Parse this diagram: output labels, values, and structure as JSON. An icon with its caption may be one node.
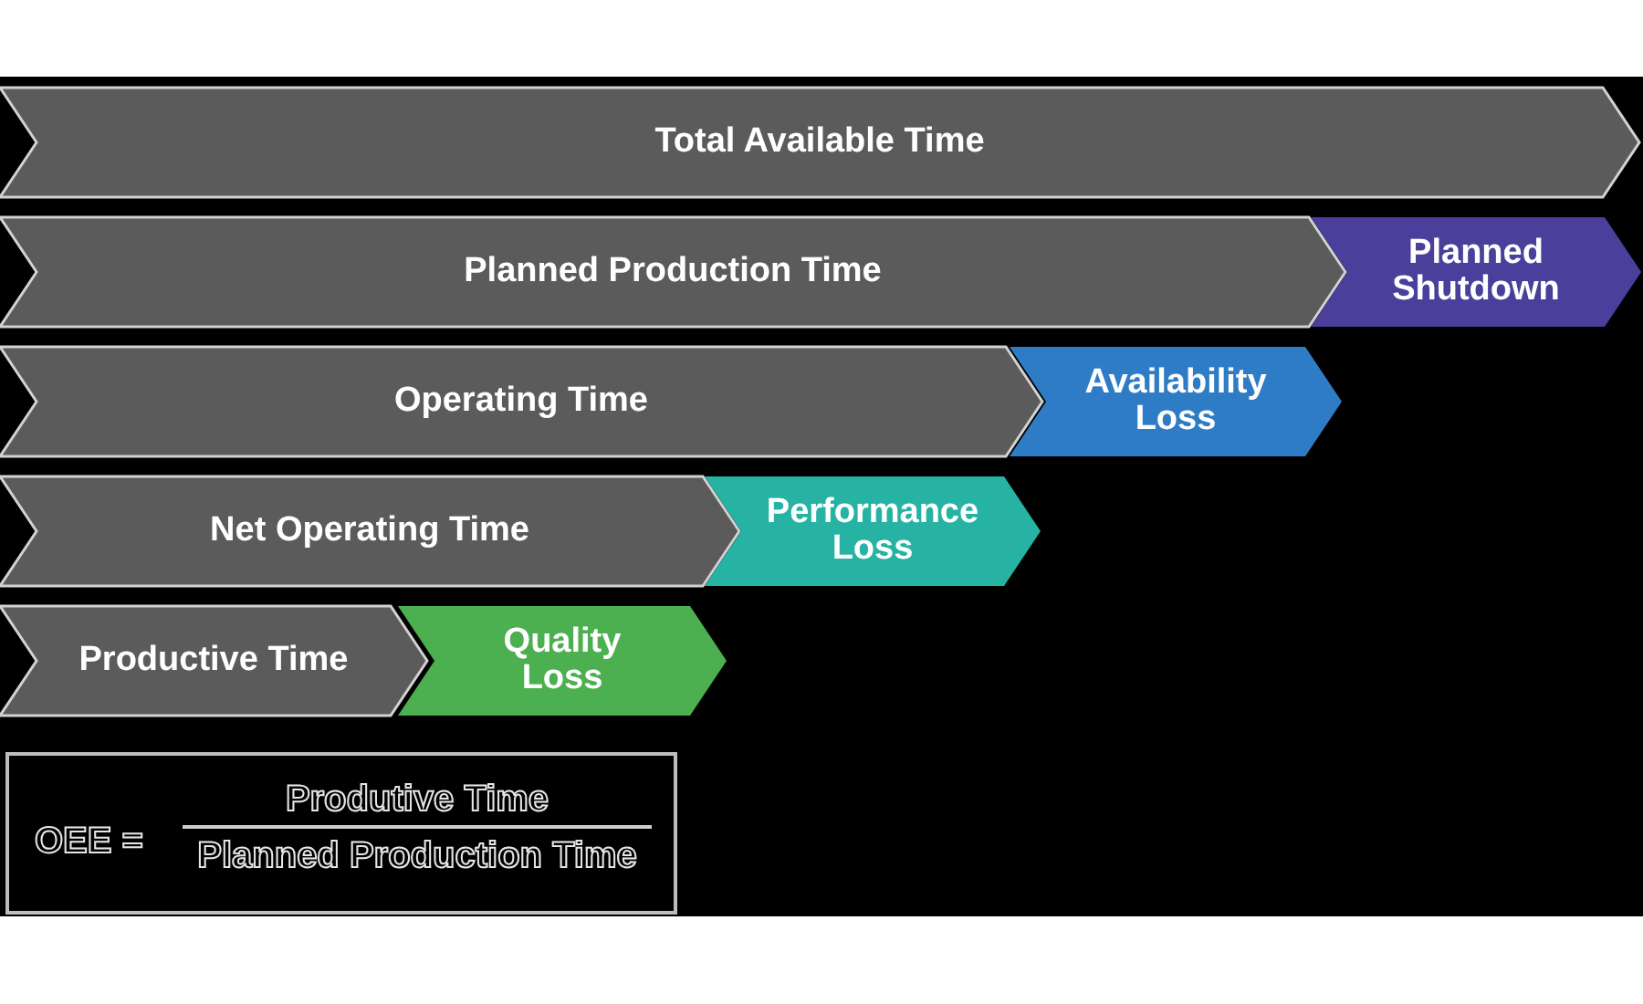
{
  "diagram": {
    "nodes": [
      {
        "text": [
          "Total Available Time"
        ]
      },
      {
        "text": [
          "Planned Production Time"
        ]
      },
      {
        "text": [
          "Planned Shutdown"
        ]
      },
      {
        "text": [
          "Operating Time"
        ]
      },
      {
        "text": [
          "Availability Loss"
        ]
      },
      {
        "text": [
          "Net Operating Time"
        ]
      },
      {
        "text": [
          "Performance Loss"
        ]
      },
      {
        "text": [
          "Productive Time"
        ]
      },
      {
        "text": [
          "Quality Loss"
        ]
      },
      {
        "text": [
          "OEE =",
          "Produtive Time",
          "Planned Production Time"
        ]
      }
    ]
  }
}
